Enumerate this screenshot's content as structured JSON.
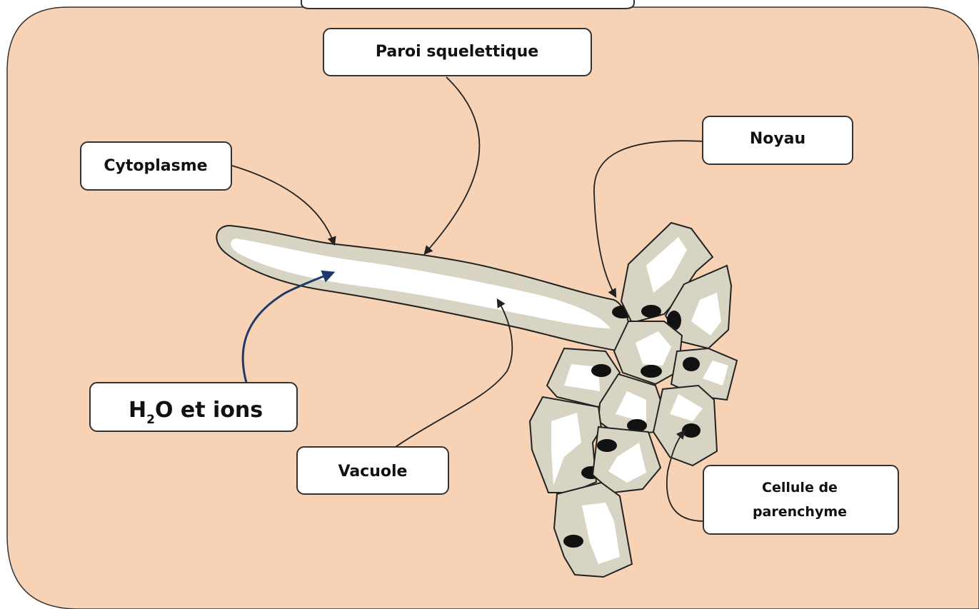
{
  "colors": {
    "background": "#f8d2b4",
    "cell_fill": "#d8d4c4",
    "vacuole_fill": "#ffffff",
    "outline": "#222222",
    "nucleus": "#111111",
    "water_arrow": "#1e3a6a"
  },
  "labels": {
    "paroi": "Paroi squelettique",
    "noyau": "Noyau",
    "cytoplasme": "Cytoplasme",
    "h2o_main": "H",
    "h2o_sub": "2",
    "h2o_rest": "O et ions",
    "vacuole": "Vacuole",
    "cellule_line1": "Cellule de",
    "cellule_line2": "parenchyme"
  }
}
